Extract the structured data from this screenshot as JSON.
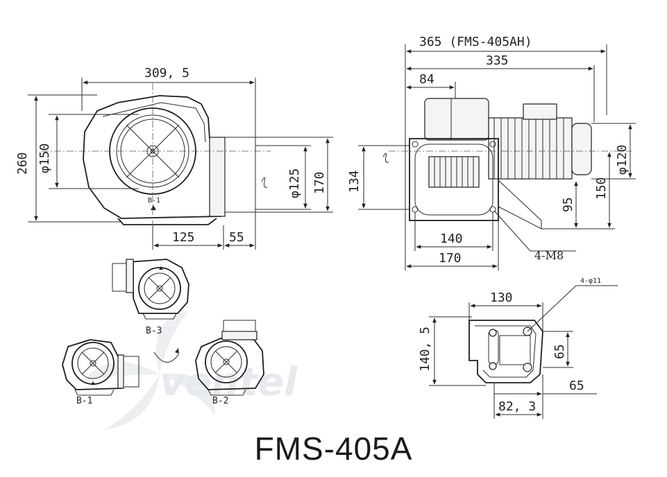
{
  "model": "FMS-405A",
  "watermark": "ventel",
  "front_view": {
    "width_overall": "309, 5",
    "height_overall": "260",
    "inlet_dia": "φ150",
    "outlet_dia": "φ125",
    "outlet_height": "170",
    "outlet_offset": "125",
    "outlet_flange": "55",
    "rotation_mark": "B-1"
  },
  "side_view": {
    "length_ah": "365 (FMS-405AH)",
    "length": "335",
    "inlet_offset": "84",
    "flange_height": "134",
    "motor_dia": "φ120",
    "shaft_height": "95",
    "center_height": "150",
    "bolt_spacing": "140",
    "base_width": "170",
    "bolts": "4-M8"
  },
  "base_view": {
    "width": "130",
    "depth": "140, 5",
    "holes": "4-φ11",
    "inner": "65",
    "edge": "65",
    "offset": "82, 3"
  },
  "orientations": [
    "B-3",
    "B-1",
    "B-2"
  ]
}
